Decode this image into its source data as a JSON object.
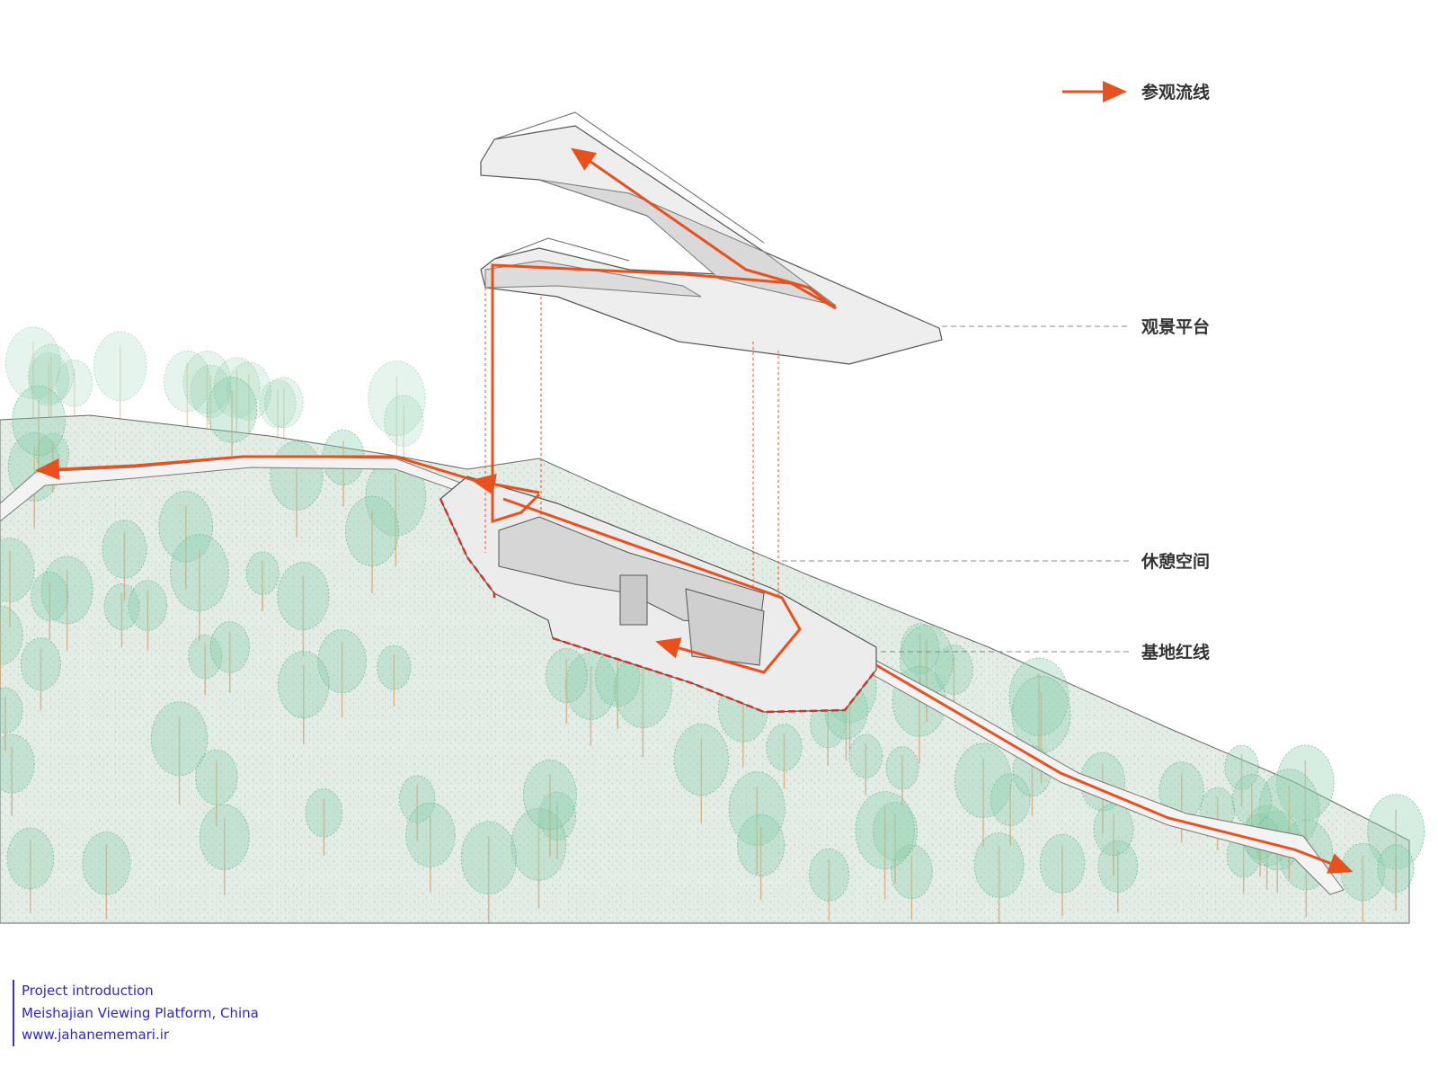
{
  "legend": {
    "flow_label": "参观流线",
    "flow_color": "#e8501e"
  },
  "labels": {
    "viewing_platform": "观景平台",
    "rest_space": "休憩空间",
    "site_boundary": "基地红线"
  },
  "caption": {
    "line1": "Project introduction",
    "line2": "Meishajian Viewing Platform, China",
    "line3": "www.jahanememari.ir"
  },
  "colors": {
    "hill": "#e3ede6",
    "tree": "#8fcfae",
    "trunk": "#d9a773",
    "structure": "#e9e9e9",
    "boundary": "#d2342a"
  }
}
